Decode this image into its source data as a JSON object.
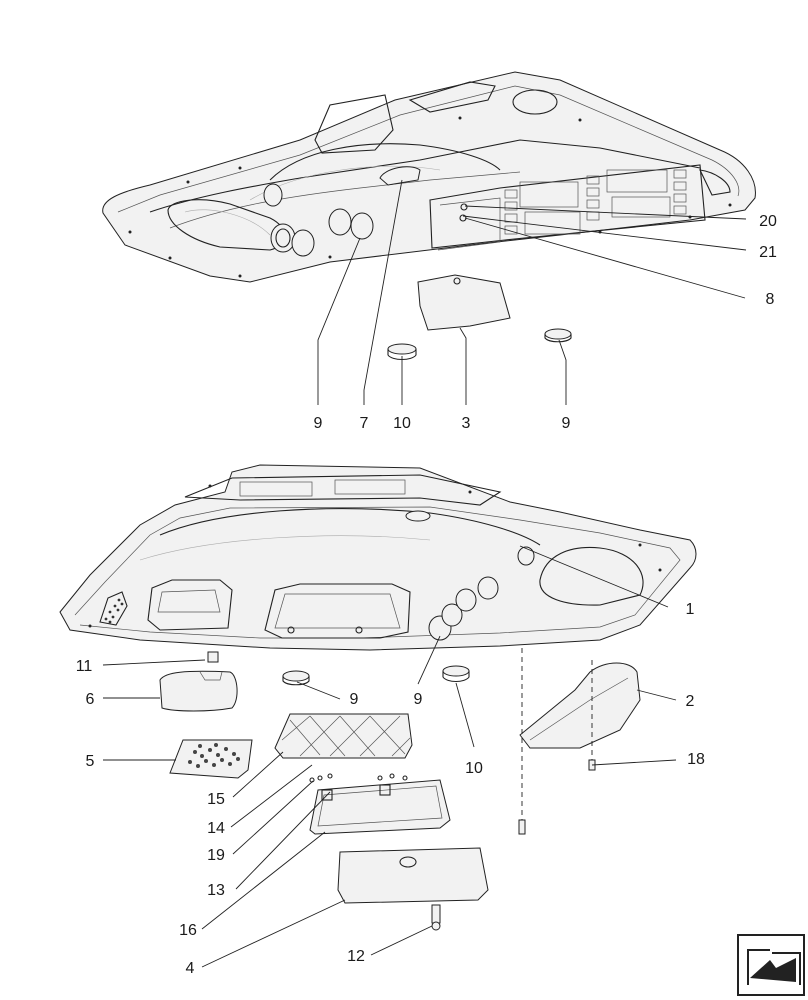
{
  "callouts": {
    "top": [
      "20",
      "21",
      "8",
      "9",
      "7",
      "10",
      "3",
      "9"
    ],
    "bottom": [
      "1",
      "11",
      "6",
      "9",
      "9",
      "2",
      "5",
      "10",
      "18",
      "15",
      "14",
      "19",
      "13",
      "16",
      "12",
      "4"
    ]
  },
  "nav_icon": "arrow-out-of-box-icon"
}
